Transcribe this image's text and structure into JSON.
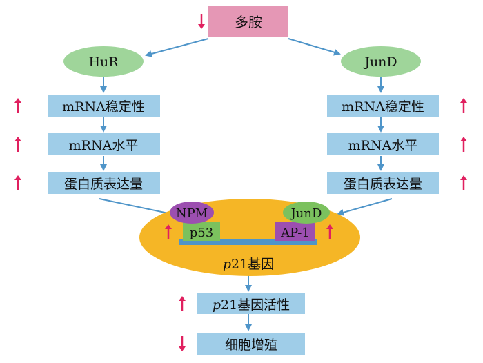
{
  "top_node": {
    "label": "多胺",
    "trend": "down"
  },
  "left_branch": {
    "regulator": "HuR",
    "steps": [
      {
        "label": "mRNA稳定性",
        "trend": "up"
      },
      {
        "label": "mRNA水平",
        "trend": "up"
      },
      {
        "label": "蛋白质表达量",
        "trend": "up"
      }
    ]
  },
  "right_branch": {
    "regulator": "JunD",
    "steps": [
      {
        "label": "mRNA稳定性",
        "trend": "up"
      },
      {
        "label": "mRNA水平",
        "trend": "up"
      },
      {
        "label": "蛋白质表达量",
        "trend": "up"
      }
    ]
  },
  "promoter": {
    "npm_label": "NPM",
    "jund_label": "JunD",
    "p53_label": "p53",
    "ap1_label": "AP-1",
    "gene_italic": "p",
    "gene_rest": "21基因",
    "left_trend": "up",
    "right_trend": "up"
  },
  "outputs": [
    {
      "italic": "p",
      "rest": "21基因活性",
      "trend": "up"
    },
    {
      "italic": "",
      "rest": "细胞增殖",
      "trend": "down"
    }
  ],
  "colors": {
    "top_box": "#e597b5",
    "regulator_ellipse": "#9fd59a",
    "step_box": "#9fcde8",
    "nucleus": "#f5b626",
    "npm": "#9c4fb0",
    "p53_box": "#7bc15e",
    "ap1_box": "#9c4fb0",
    "dna_bar": "#4f95c9",
    "arrow": "#4f95c9",
    "trend_arrow": "#e0205f"
  }
}
